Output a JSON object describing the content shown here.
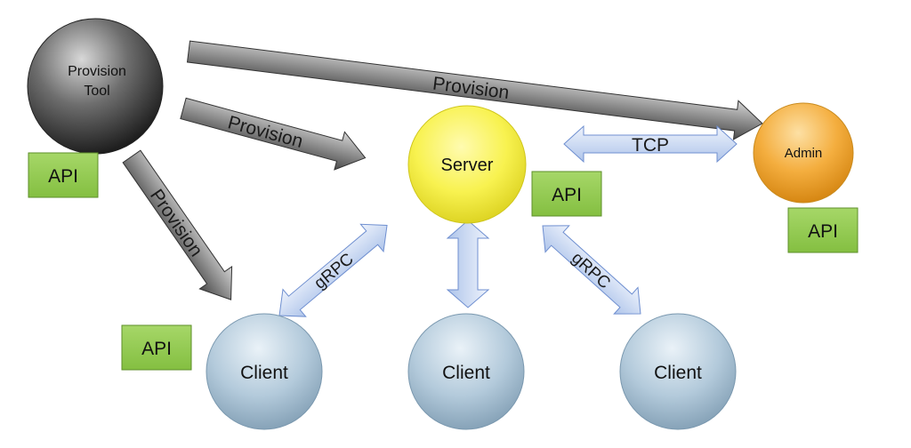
{
  "nodes": {
    "provision_tool": {
      "label_line1": "Provision",
      "label_line2": "Tool"
    },
    "server": {
      "label": "Server"
    },
    "admin": {
      "label": "Admin"
    },
    "client_left": {
      "label": "Client"
    },
    "client_center": {
      "label": "Client"
    },
    "client_right": {
      "label": "Client"
    }
  },
  "api_boxes": {
    "provision_tool": "API",
    "server": "API",
    "admin": "API",
    "client_left": "API"
  },
  "edges": {
    "tool_to_admin": "Provision",
    "tool_to_server": "Provision",
    "tool_to_client": "Provision",
    "server_admin": "TCP",
    "server_client_left": "gRPC",
    "server_client_right": "gRPC"
  },
  "colors": {
    "server_fill": "#f7f04a",
    "admin_fill": "#f2a93a",
    "client_fill": "#a9c3d6",
    "tool_fill": "#555555",
    "api_fill": "#92cc4f",
    "double_arrow_fill": "#c9d9f4",
    "provision_arrow_fill": "#6a6a6a"
  }
}
